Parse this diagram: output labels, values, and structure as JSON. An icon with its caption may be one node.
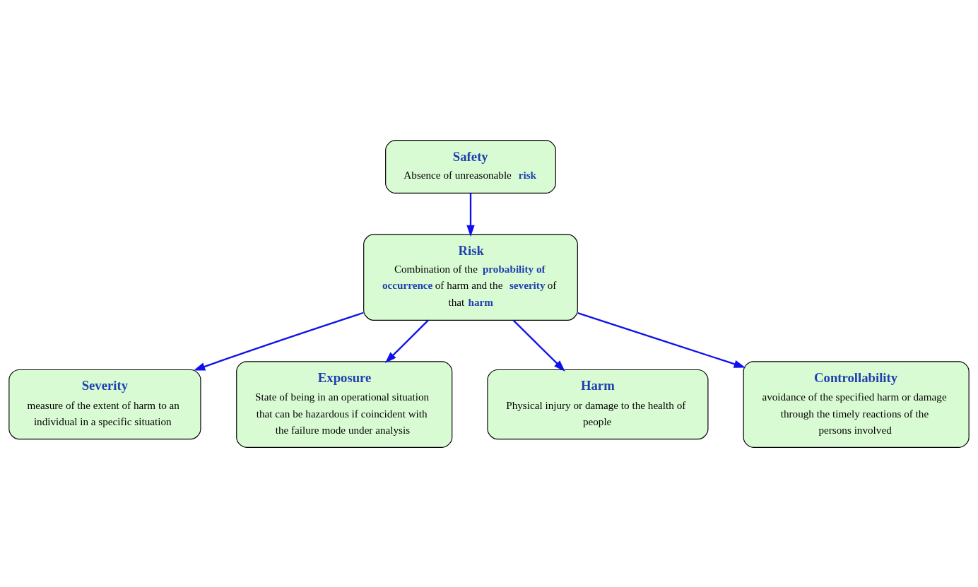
{
  "diagram": {
    "nodes": [
      {
        "text": [
          "Safety",
          "Absence of unreasonable **risk**"
        ]
      },
      {
        "text": [
          "Risk",
          "Combination of the **probability of occurrence** of harm and the **severity** of that **harm**"
        ]
      },
      {
        "text": [
          "Severity",
          "measure of the extent of harm to an individual in a specific situation"
        ]
      },
      {
        "text": [
          "Exposure",
          "State of being in an operational situation that can be hazardous if coincident with the failure mode under analysis"
        ]
      },
      {
        "text": [
          "Harm",
          "Physical injury or damage to the health of people"
        ]
      },
      {
        "text": [
          "Controllability",
          "avoidance of the specified harm or damage through the timely reactions of the persons involved"
        ]
      }
    ],
    "edges": [
      {
        "from": 0,
        "to": 1,
        "arrow": "to"
      },
      {
        "from": 1,
        "to": 2,
        "arrow": "to"
      },
      {
        "from": 1,
        "to": 3,
        "arrow": "to"
      },
      {
        "from": 1,
        "to": 4,
        "arrow": "to"
      },
      {
        "from": 1,
        "to": 5,
        "arrow": "to"
      }
    ]
  }
}
